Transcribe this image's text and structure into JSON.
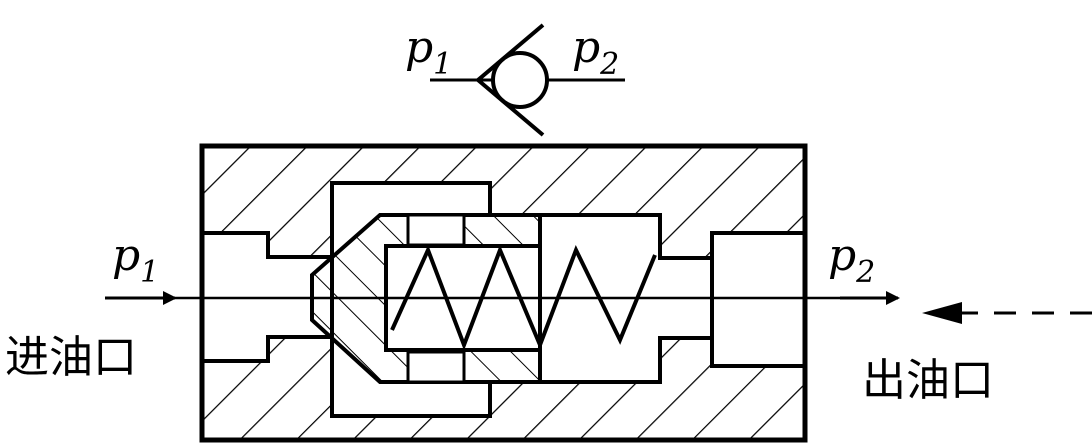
{
  "symbol": {
    "inlet_var": "p",
    "inlet_sub": "1",
    "outlet_var": "p",
    "outlet_sub": "2"
  },
  "valve": {
    "inlet": {
      "var": "p",
      "sub": "1",
      "label": "进油口"
    },
    "outlet": {
      "var": "p",
      "sub": "2",
      "label": "出油口"
    }
  }
}
